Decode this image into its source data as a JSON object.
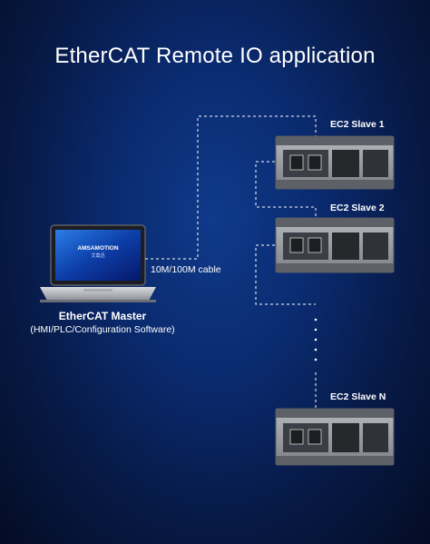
{
  "title": "EtherCAT Remote IO application",
  "master": {
    "title": "EtherCAT Master",
    "subtitle": "(HMI/PLC/Configuration Software)",
    "screen_brand": "AMSAMOTION",
    "screen_sub": "艾莫迅"
  },
  "cable_label": "10M/100M cable",
  "slaves": [
    {
      "label": "EC2 Slave 1"
    },
    {
      "label": "EC2 Slave 2"
    },
    {
      "label": "EC2 Slave N"
    }
  ],
  "colors": {
    "background": "#0a2a6e",
    "text": "#ffffff",
    "dashed_line": "#ffffff"
  }
}
